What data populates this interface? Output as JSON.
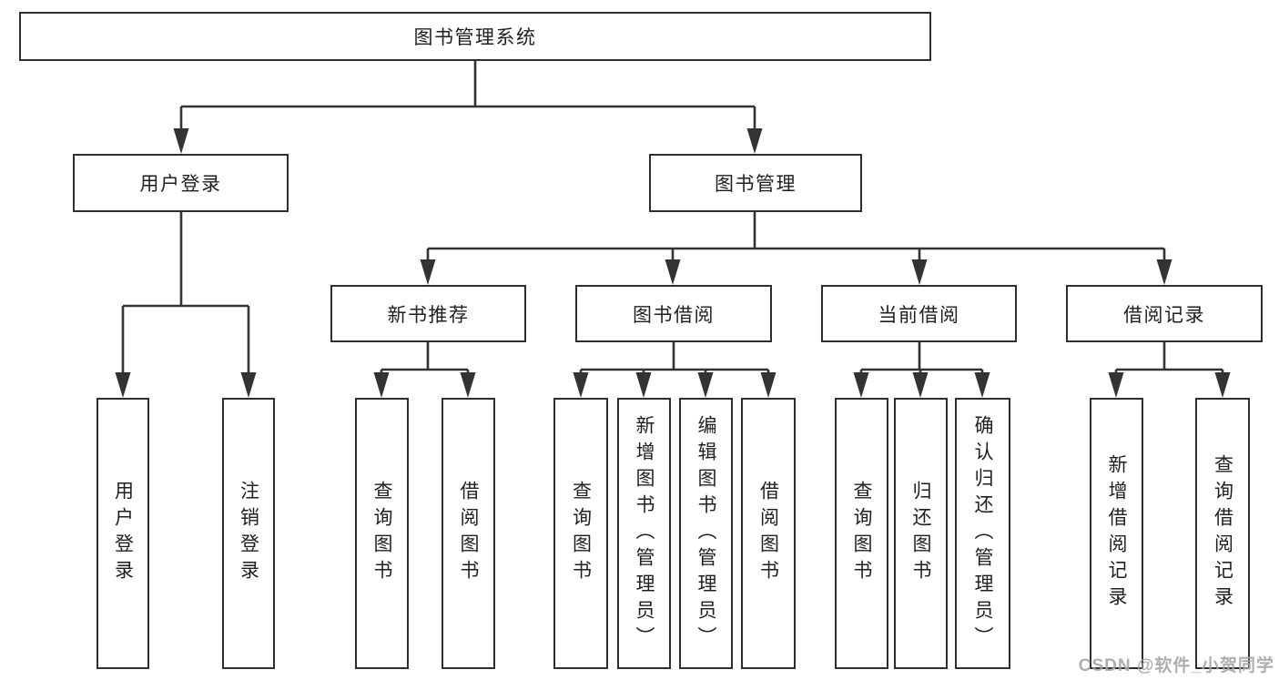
{
  "tree": {
    "root": "图书管理系统",
    "login": {
      "label": "用户登录",
      "children": [
        "用户登录",
        "注销登录"
      ]
    },
    "mgmt": {
      "label": "图书管理",
      "groups": [
        {
          "label": "新书推荐",
          "children": [
            "查询图书",
            "借阅图书"
          ]
        },
        {
          "label": "图书借阅",
          "children": [
            "查询图书",
            "新增图书（管理员）",
            "编辑图书（管理员）",
            "借阅图书"
          ]
        },
        {
          "label": "当前借阅",
          "children": [
            "查询图书",
            "归还图书",
            "确认归还（管理员）"
          ]
        },
        {
          "label": "借阅记录",
          "children": [
            "新增借阅记录",
            "查询借阅记录"
          ]
        }
      ]
    }
  },
  "watermark": {
    "text": "CSDN @软件_小贺同学"
  },
  "colors": {
    "line": "#333333",
    "border": "#2e2e2e",
    "text": "#1f1f1f",
    "watermark": "#a6a6a6",
    "background": "#ffffff"
  }
}
